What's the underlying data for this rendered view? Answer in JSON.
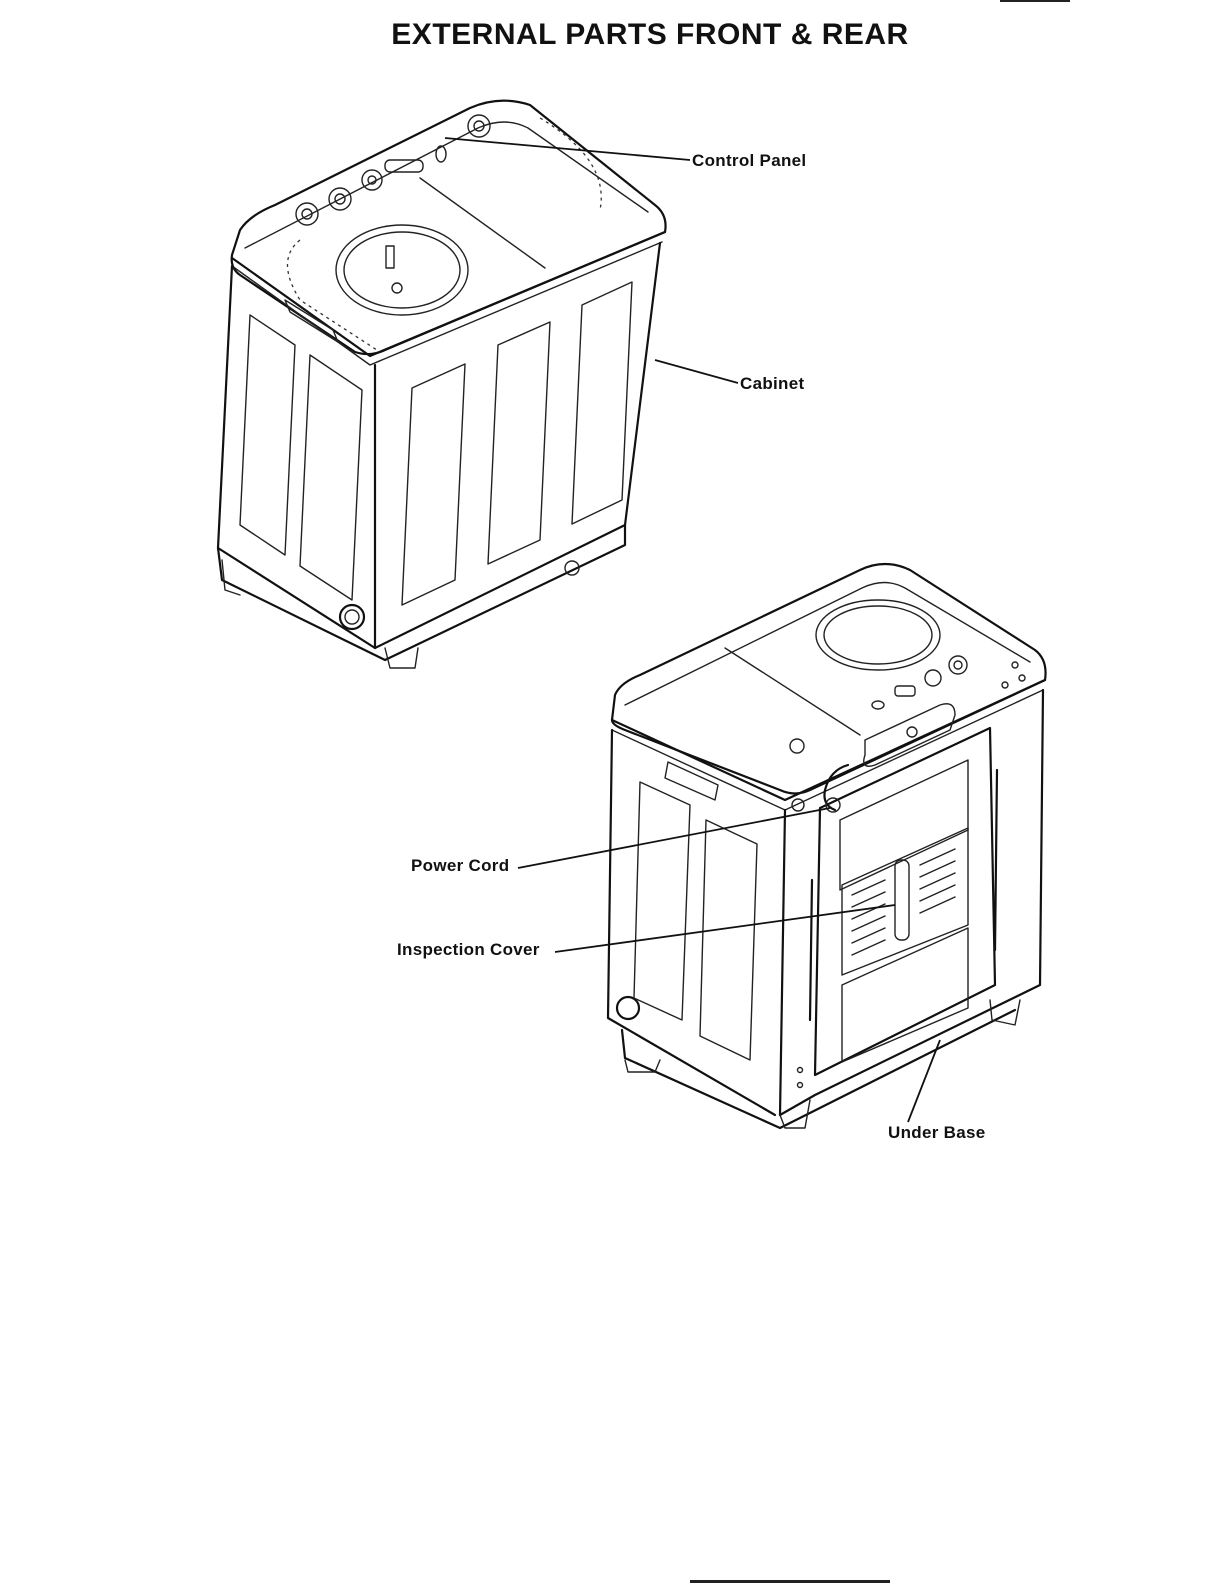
{
  "title": "EXTERNAL PARTS FRONT & REAR",
  "labels": {
    "control_panel": "Control Panel",
    "cabinet": "Cabinet",
    "power_cord": "Power Cord",
    "inspection_cover": "Inspection Cover",
    "under_base": "Under Base"
  }
}
